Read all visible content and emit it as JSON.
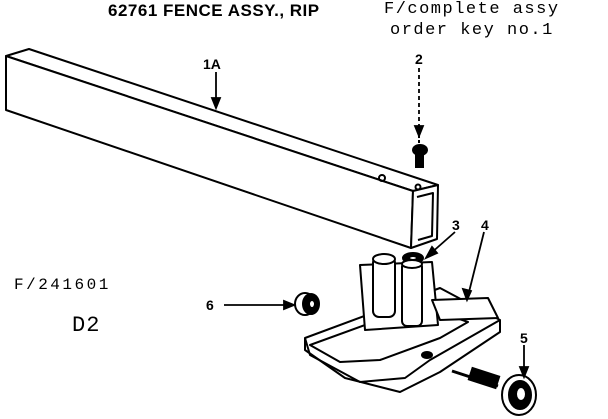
{
  "header": {
    "title": "62761 FENCE ASSY., RIP",
    "note_line1": "F/complete assy",
    "note_line2": "order key no.1"
  },
  "part_number": "F/241601",
  "diagram_code": "D2",
  "callouts": [
    {
      "key": "1A",
      "label": "1A"
    },
    {
      "key": "2",
      "label": "2"
    },
    {
      "key": "3",
      "label": "3"
    },
    {
      "key": "4",
      "label": "4"
    },
    {
      "key": "5",
      "label": "5"
    },
    {
      "key": "6",
      "label": "6"
    }
  ],
  "colors": {
    "ink": "#000000",
    "paper": "#ffffff"
  }
}
